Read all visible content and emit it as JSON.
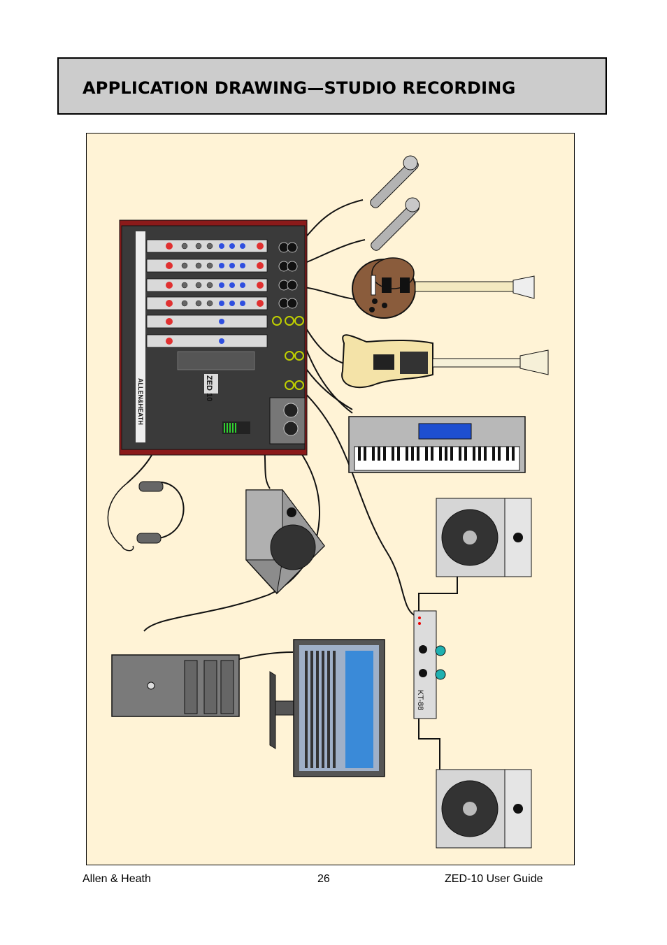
{
  "header": {
    "title": "APPLICATION DRAWING—STUDIO RECORDING"
  },
  "mixer": {
    "brand": "ALLEN&HEATH",
    "model": "ZED 10"
  },
  "interface": {
    "label": "KT-88"
  },
  "footer": {
    "left": "Allen & Heath",
    "page": "26",
    "right": "ZED-10  User Guide"
  }
}
